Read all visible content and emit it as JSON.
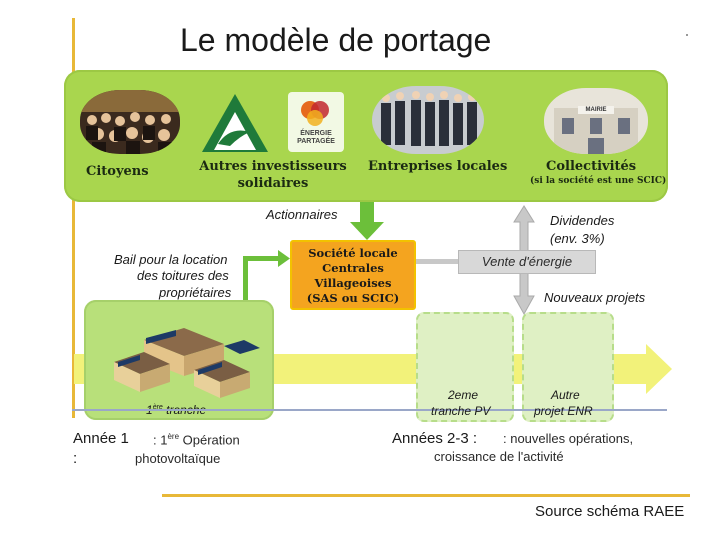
{
  "title": "Le modèle de portage",
  "stakeholders": [
    {
      "label": "Citoyens",
      "note": ""
    },
    {
      "label": "Autres investisseurs solidaires",
      "note": ""
    },
    {
      "label": "Entreprises locales",
      "note": ""
    },
    {
      "label": "Collectivités",
      "note": "(si la société est une SCIC)"
    }
  ],
  "logo": {
    "text_line1": "ÉNERGIE",
    "text_line2": "PARTAGÉE"
  },
  "mairie_sign": "MAIRIE",
  "actionnaires": "Actionnaires",
  "bail": {
    "line1": "Bail pour la location",
    "line2": "des toitures des",
    "line3": "propriétaires"
  },
  "center": {
    "line1": "Société locale",
    "line2": "Centrales",
    "line3": "Villageoises",
    "line4": "(SAS ou SCIC)"
  },
  "dividendes": {
    "line1": "Dividendes",
    "line2": "(env. 3%)"
  },
  "vente": "Vente d'énergie",
  "nouveaux": "Nouveaux projets",
  "tranche1": {
    "label": "ère tranche",
    "prefix": "1"
  },
  "tranche2": {
    "line1": "2eme",
    "line2": "tranche PV"
  },
  "autre_projet": {
    "line1": "Autre",
    "line2": "projet ENR"
  },
  "annee1": {
    "label": "Année 1",
    "colon": ":",
    "desc_pre": ": 1",
    "desc_sup": "ère",
    "desc_post": " Opération",
    "desc_line2": "photovoltaïque"
  },
  "annees23": {
    "label": "Années 2-3 :",
    "desc": ": nouvelles opérations,",
    "desc_line2": "croissance de l'activité"
  },
  "source": "Source schéma RAEE",
  "colors": {
    "band_green": "#a9d64e",
    "center_orange": "#f4a41f",
    "arrow_green": "#6cbf3a",
    "gold_line": "#e8b838",
    "timeline": "#f2f27a"
  }
}
